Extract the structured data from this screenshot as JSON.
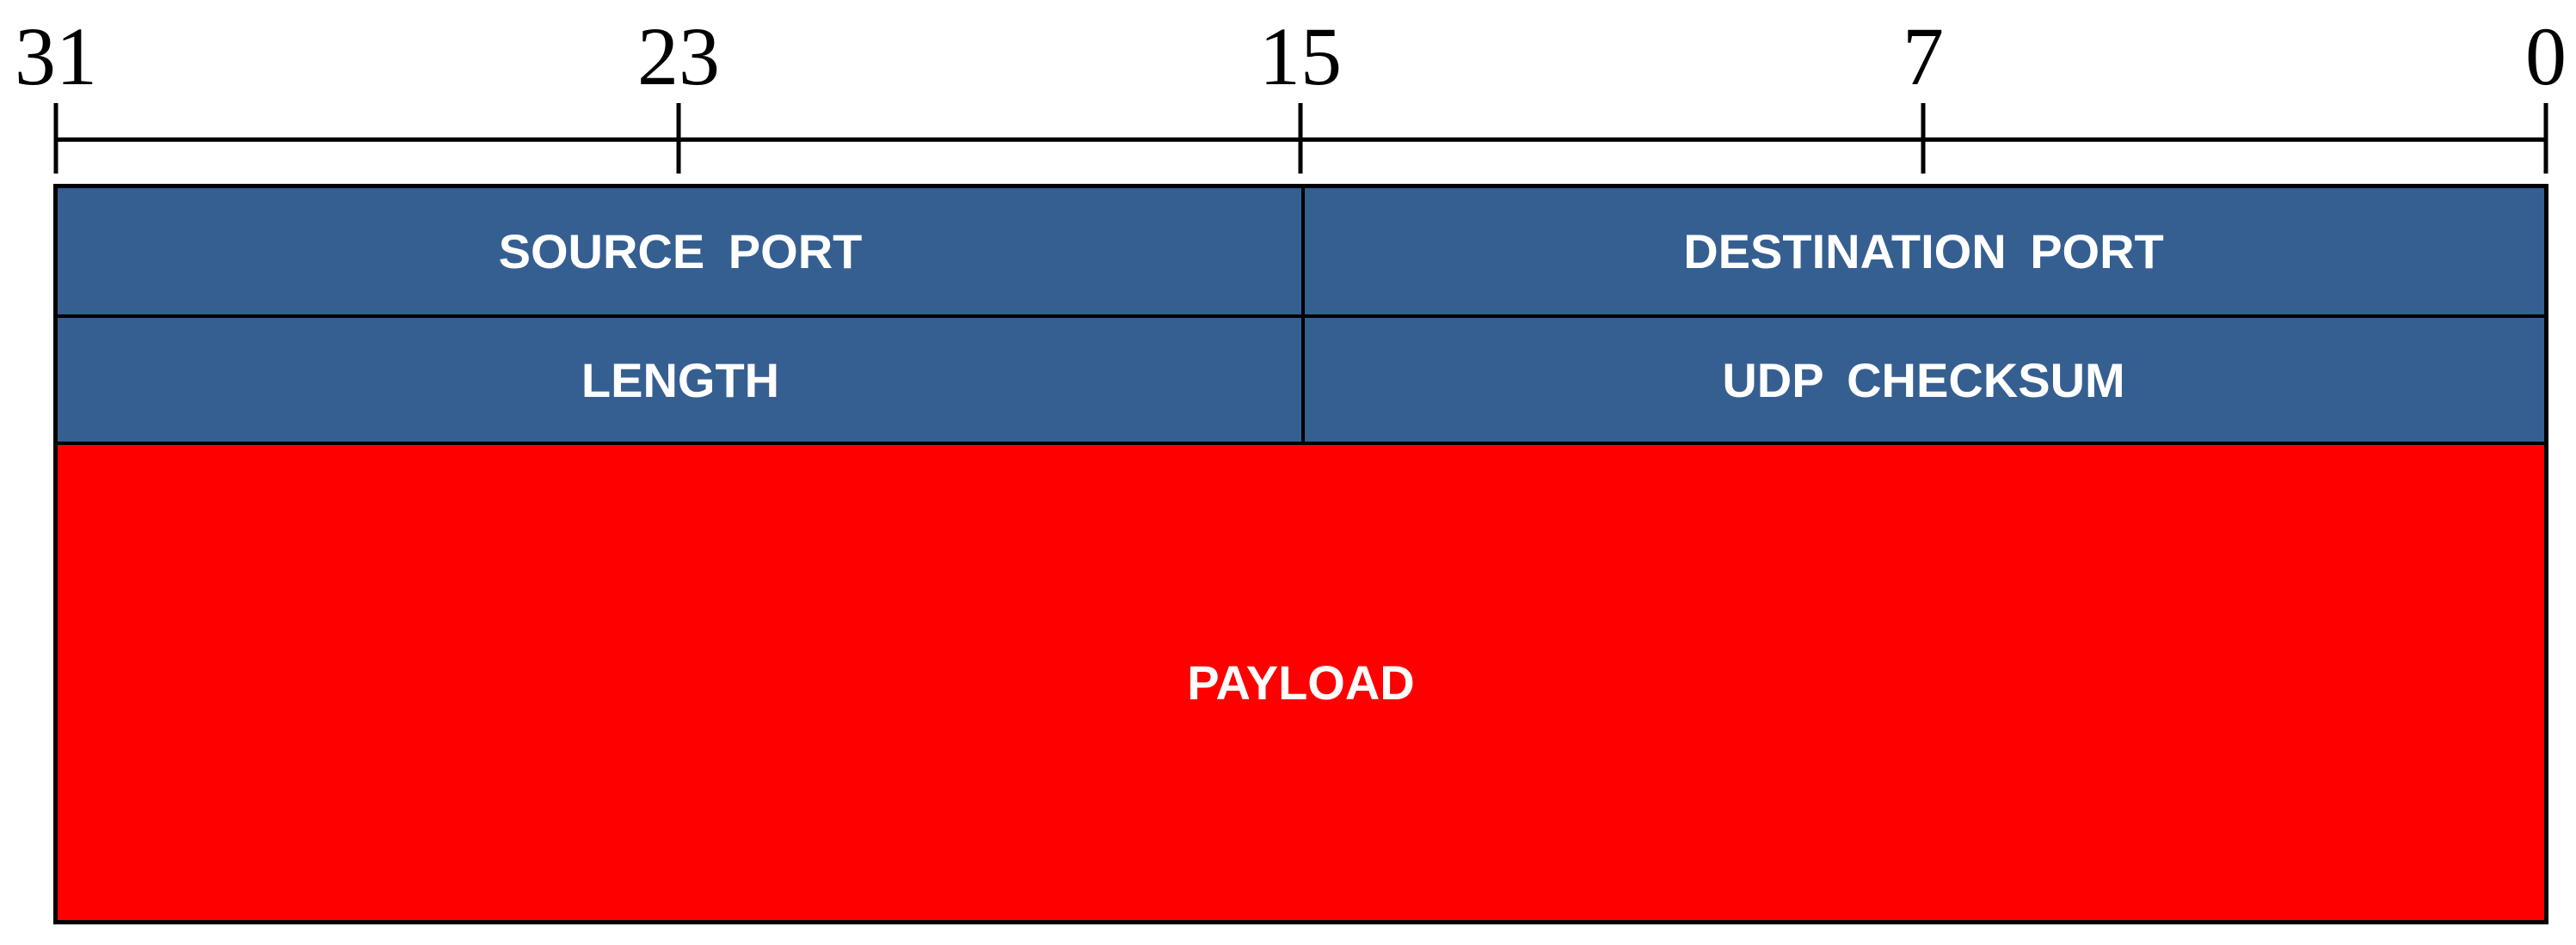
{
  "bit_ruler": {
    "labels": [
      "31",
      "23",
      "15",
      "7",
      "0"
    ]
  },
  "fields": {
    "source_port": "SOURCE PORT",
    "destination_port": "DESTINATION PORT",
    "length": "LENGTH",
    "udp_checksum": "UDP CHECKSUM",
    "payload": "PAYLOAD"
  },
  "colors": {
    "header_fill": "#365F91",
    "payload_fill": "#FF0000",
    "text": "#FFFFFF",
    "border": "#000000"
  }
}
